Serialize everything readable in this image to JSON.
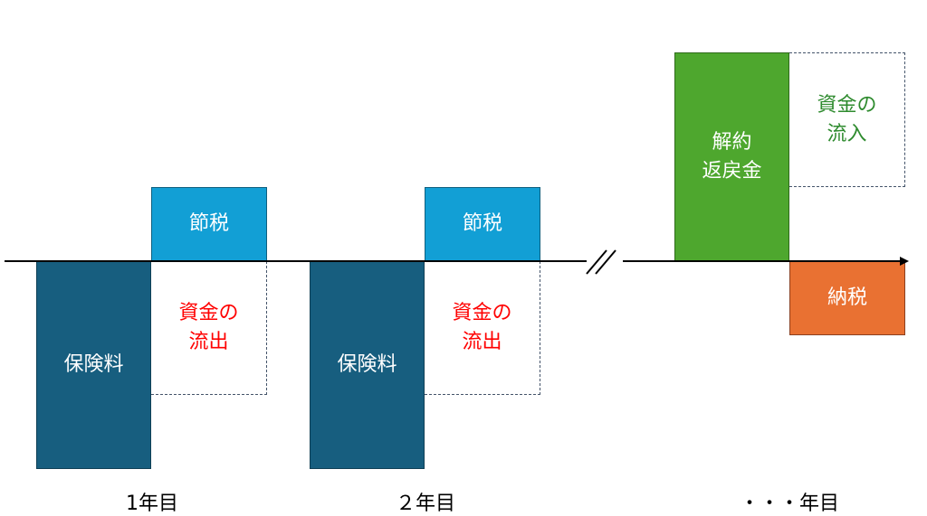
{
  "years": [
    {
      "premium": "保険料",
      "saving": "節税",
      "outflow_line1": "資金の",
      "outflow_line2": "流出",
      "label": "1年目"
    },
    {
      "premium": "保険料",
      "saving": "節税",
      "outflow_line1": "資金の",
      "outflow_line2": "流出",
      "label": "２年目"
    }
  ],
  "final": {
    "refund_line1": "解約",
    "refund_line2": "返戻金",
    "inflow_line1": "資金の",
    "inflow_line2": "流入",
    "tax": "納税",
    "label": "・・・年目"
  },
  "colors": {
    "premium": "#175e7f",
    "saving": "#129fd5",
    "refund": "#4ea72e",
    "tax": "#e97132",
    "outflow_text": "#ff0000",
    "inflow_text": "#2e8b2e"
  }
}
